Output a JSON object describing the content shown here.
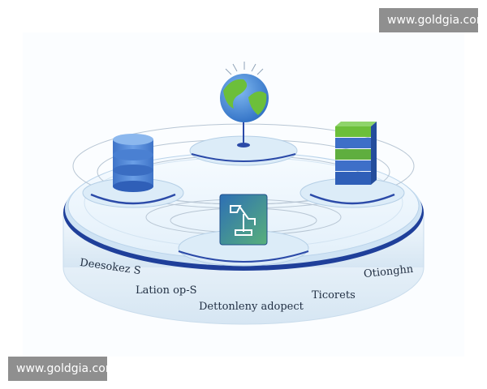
{
  "watermarks": {
    "top": "www.goldgia.com",
    "bottom": "www.goldgia.com"
  },
  "rim_labels": [
    "Deesokez S",
    "Lation op-S",
    "Dettonleny adopect",
    "Ticorets",
    "Otionghn"
  ],
  "colors": {
    "platform_top": "#eaf4fb",
    "platform_ring": "#1f3f9a",
    "platform_rim": "#dcebf6",
    "pad": "#dcecf8",
    "pad_line": "#2b4aa8",
    "db_blue": "#4f86d6",
    "db_dark": "#2f5fb8",
    "stack_green": "#5fae3f",
    "stack_blue": "#3e6fc8",
    "globe_ocean": "#3e86d8",
    "globe_land": "#6cbf3a",
    "card_top": "#2d6fb5",
    "card_bottom": "#58b07a"
  },
  "icons": {
    "database": "database-icon",
    "globe": "globe-icon",
    "server_stack": "server-stack-icon",
    "workflow_card": "workflow-card-icon"
  }
}
